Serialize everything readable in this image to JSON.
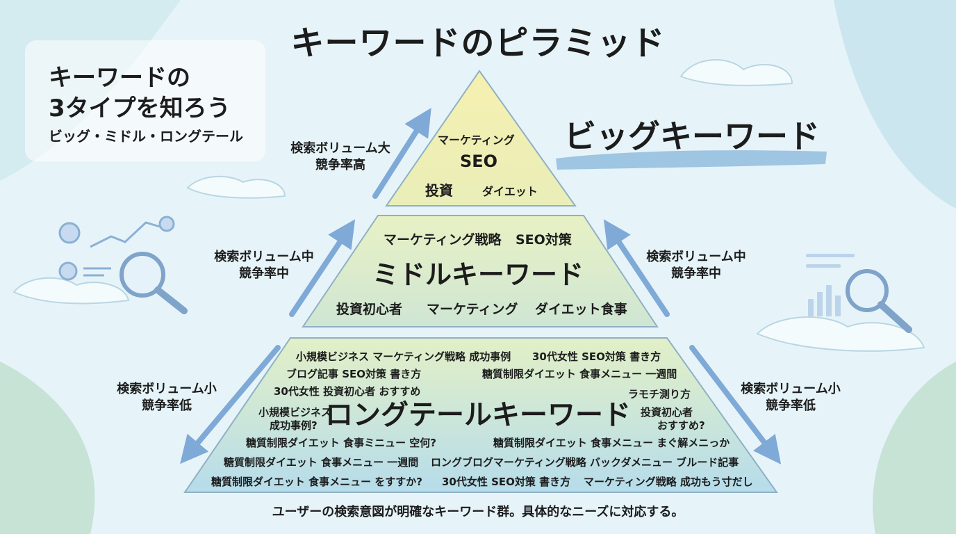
{
  "title": "キーワードのピラミッド",
  "card": {
    "line1": "キーワードの",
    "line2": "3タイプを知ろう",
    "line3": "ビッグ・ミドル・ロングテール"
  },
  "big_label": "ビッグキーワード",
  "arrows": {
    "top_left": {
      "line1": "検索ボリューム大",
      "line2": "競争率高"
    },
    "mid_left": {
      "line1": "検索ボリューム中",
      "line2": "競争率中"
    },
    "mid_right": {
      "line1": "検索ボリューム中",
      "line2": "競争率中"
    },
    "low_left": {
      "line1": "検索ボリューム小",
      "line2": "競争率低"
    },
    "low_right": {
      "line1": "検索ボリューム小",
      "line2": "競争率低"
    }
  },
  "top_tier": {
    "kw1": "マーケティング",
    "kw2": "SEO",
    "kw3": "投資",
    "kw4": "ダイエット"
  },
  "mid_tier": {
    "title": "ミドルキーワード",
    "kw1": "マーケティング戦略",
    "kw2": "SEO対策",
    "kw3": "投資初心者",
    "kw4": "マーケティング",
    "kw5": "ダイエット食事"
  },
  "long_tier": {
    "title": "ロングテールキーワード",
    "kw1": "小規模ビジネス マーケティング戦略 成功事例",
    "kw2": "30代女性 SEO対策 書き方",
    "kw3": "ブログ記事 SEO対策 書き方",
    "kw4": "糖質制限ダイエット 食事メニュー 一週間",
    "kw5": "30代女性 投資初心者 おすすめ",
    "kw6": "ラモチ測り方",
    "kw7a": "小規模ビジネス",
    "kw7b": "成功事例?",
    "kw8a": "投資初心者",
    "kw8b": "おすすめ?",
    "kw9": "糖質制限ダイエット 食事ミニュー 空何?",
    "kw10": "糖質制限ダイエット 食事メニュー まぐ解メニっか",
    "kw11": "糖質制限ダイエット 食事メニュー 一週間",
    "kw12": "ロングブログマーケティング戦略 バックダメニュー ブルード記事",
    "kw13": "糖質制限ダイエット 食事メニュー をすすか?",
    "kw14": "30代女性 SEO対策 書き方",
    "kw15": "マーケティング戦略 成功もう寸だし"
  },
  "footer": "ユーザーの検索意図が明確なキーワード群。具体的なニーズに対応する。",
  "colors": {
    "background": "#e6f4f9",
    "top_tier": "#f3eeb4",
    "mid_tier": "#dfeec8",
    "long_tier": "#c4e4ee",
    "arrow": "#7fa9d6",
    "text": "#1c1c1c"
  }
}
